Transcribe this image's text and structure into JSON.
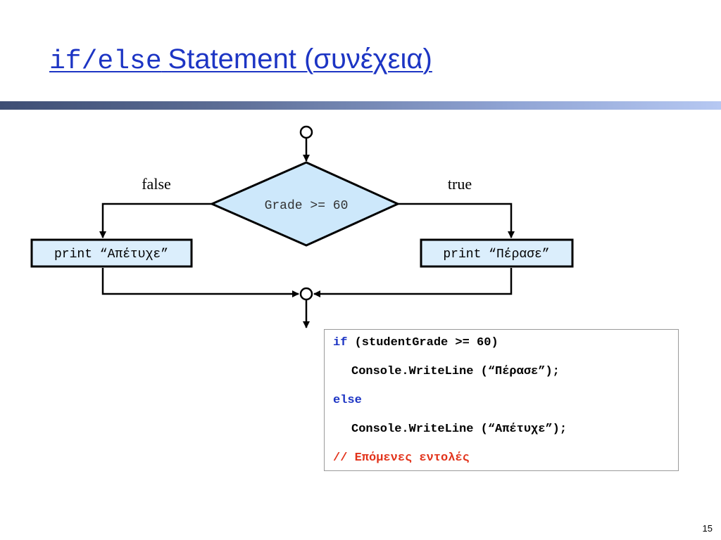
{
  "title": {
    "code_part": "if/else",
    "text_part": "Statement (συνέχεια)"
  },
  "flowchart": {
    "decision": "Grade >= 60",
    "false_label": "false",
    "true_label": "true",
    "false_action": "print “Απέτυχε”",
    "true_action": "print “Πέρασε”"
  },
  "code": {
    "line1_keyword": "if",
    "line1_rest": " (studentGrade >= 60)",
    "line2": "Console.WriteLine (“Πέρασε”);",
    "line3_keyword": "else",
    "line4": "Console.WriteLine (“Απέτυχε”);",
    "line5_comment": "// Επόμενες εντολές"
  },
  "page_number": "15",
  "colors": {
    "title": "#1d35c4",
    "decision_fill": "#cde8fb",
    "action_fill": "#dbeefc",
    "comment": "#e2321a",
    "keyword": "#1d35c4"
  }
}
